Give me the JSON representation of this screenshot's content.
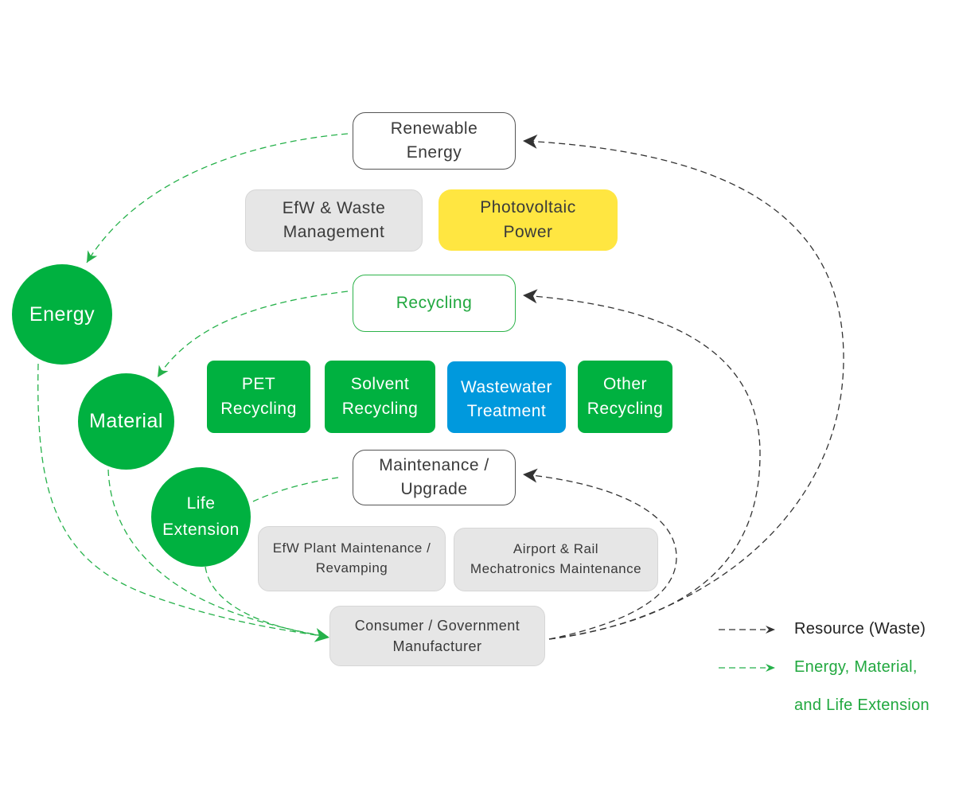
{
  "nodes": {
    "renewable_energy": "Renewable\nEnergy",
    "efw_waste_management": "EfW & Waste\nManagement",
    "photovoltaic_power": "Photovoltaic\nPower",
    "recycling": "Recycling",
    "pet_recycling": "PET\nRecycling",
    "solvent_recycling": "Solvent\nRecycling",
    "wastewater_treatment": "Wastewater\nTreatment",
    "other_recycling": "Other\nRecycling",
    "maintenance_upgrade": "Maintenance /\nUpgrade",
    "efw_plant_maintenance": "EfW Plant Maintenance /\nRevamping",
    "airport_rail_maintenance": "Airport & Rail\nMechatronics Maintenance",
    "consumer_government": "Consumer / Government\nManufacturer"
  },
  "circles": {
    "energy": "Energy",
    "material": "Material",
    "life_extension": "Life\nExtension"
  },
  "legend": {
    "resource": "Resource (Waste)",
    "energy_material": "Energy, Material,\nand Life Extension"
  },
  "colors": {
    "green": "#00b140",
    "green_text": "#21a83f",
    "green_arrow": "#25b14a",
    "dark_arrow": "#333333",
    "yellow": "#ffe641",
    "blue": "#0099dd",
    "grey": "#e6e6e6"
  }
}
